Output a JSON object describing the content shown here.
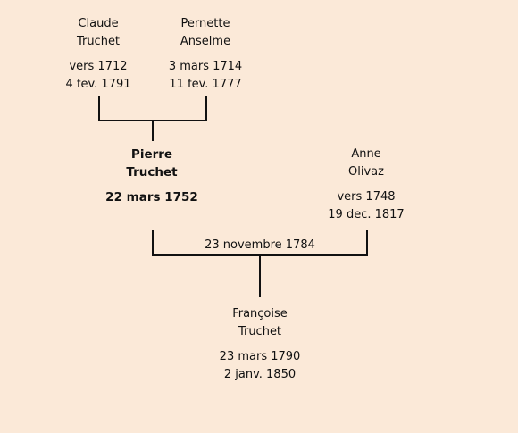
{
  "people": {
    "claude": {
      "first_name": "Claude",
      "last_name": "Truchet",
      "birth": "vers 1712",
      "death": "4 fev. 1791"
    },
    "pernette": {
      "first_name": "Pernette",
      "last_name": "Anselme",
      "birth": "3 mars 1714",
      "death": "11 fev. 1777"
    },
    "pierre": {
      "first_name": "Pierre",
      "last_name": "Truchet",
      "birth": "22 mars 1752"
    },
    "anne": {
      "first_name": "Anne",
      "last_name": "Olivaz",
      "birth": "vers 1748",
      "death": "19 dec. 1817"
    },
    "francoise": {
      "first_name": "Françoise",
      "last_name": "Truchet",
      "birth": "23 mars 1790",
      "death": "2 janv. 1850"
    }
  },
  "marriages": {
    "pierre_anne": "23 novembre 1784"
  },
  "colors": {
    "background": "#fbe9d8",
    "text": "#111111",
    "lines": "#111111"
  }
}
